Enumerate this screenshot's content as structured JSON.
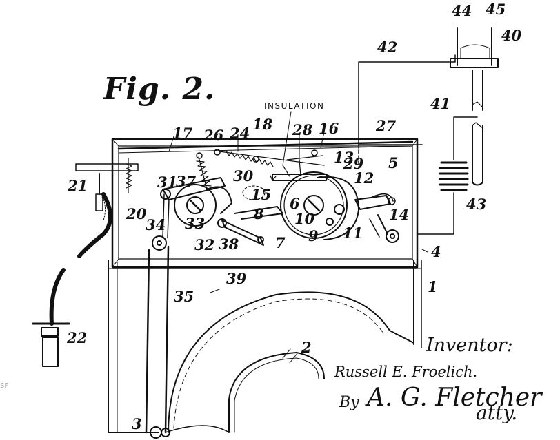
{
  "figure": {
    "title": "Fig. 2."
  },
  "annotation": {
    "insulation": "INSULATION"
  },
  "part_numbers": [
    "1",
    "2",
    "3",
    "4",
    "5",
    "6",
    "7",
    "8",
    "9",
    "10",
    "11",
    "12",
    "13",
    "14",
    "15",
    "16",
    "17",
    "18",
    "20",
    "21",
    "22",
    "24",
    "26",
    "27",
    "28",
    "29",
    "30",
    "31",
    "32",
    "33",
    "34",
    "35",
    "37",
    "38",
    "39",
    "40",
    "41",
    "42",
    "43",
    "44",
    "45"
  ],
  "signature": {
    "inventor_label": "Inventor:",
    "inventor_name": "Russell E. Froelich.",
    "by_label": "By",
    "attorney_signature": "A. G. Fletcher",
    "attorney_label": "atty."
  },
  "corner_mark": "SF",
  "colors": {
    "ink": "#111111",
    "paper": "#ffffff"
  }
}
